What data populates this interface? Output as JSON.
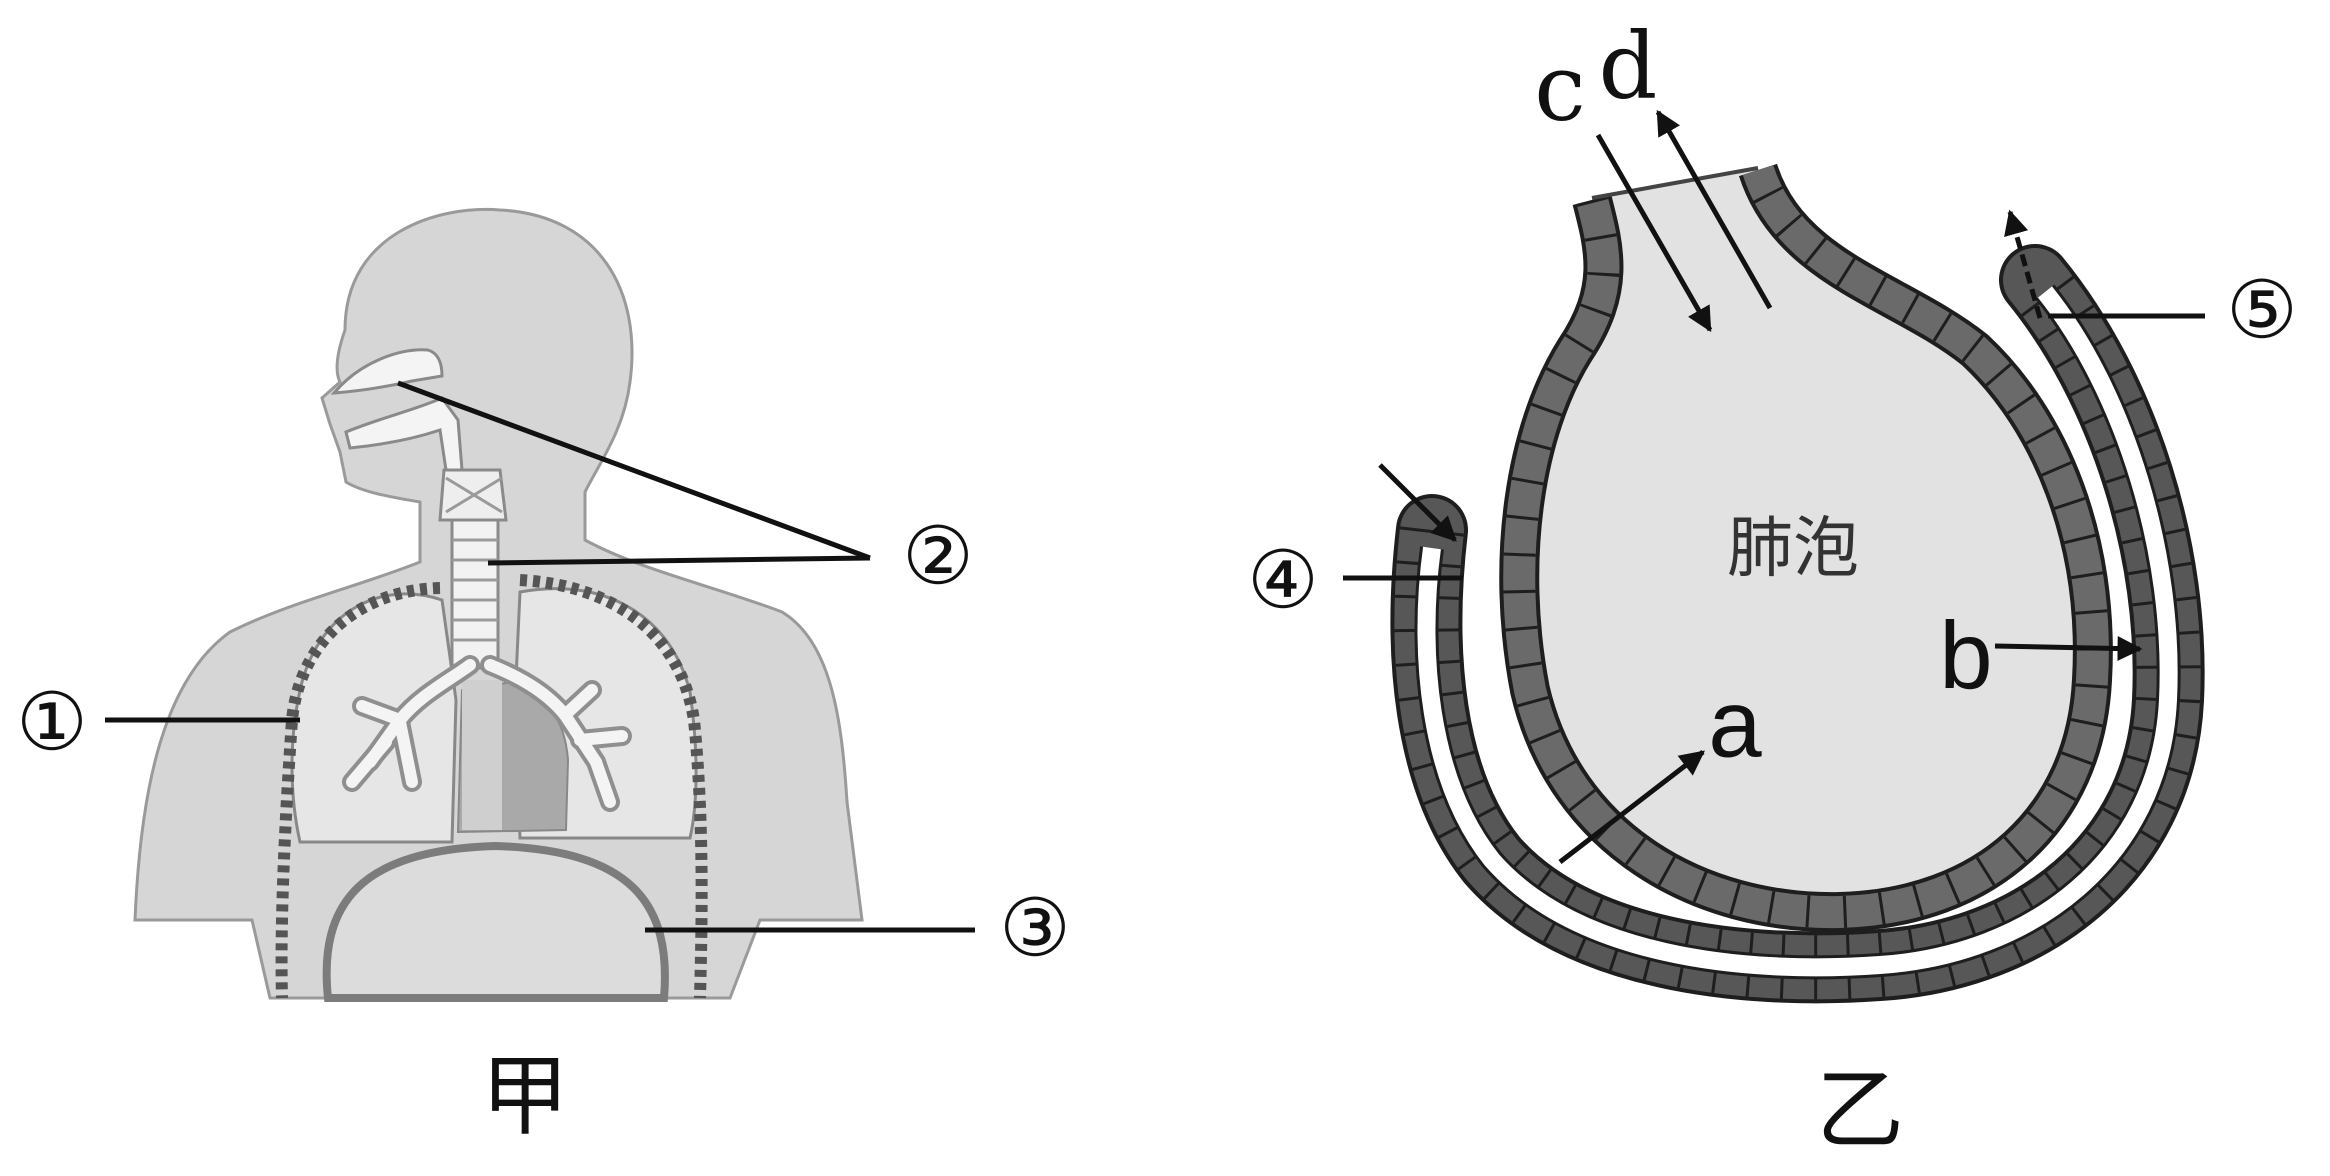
{
  "figure_jia": {
    "caption": "甲",
    "labels": {
      "l1": "①",
      "l2": "②",
      "l3": "③"
    }
  },
  "figure_yi": {
    "caption": "乙",
    "alveolus_label": "肺泡",
    "labels": {
      "l4": "④",
      "l5": "⑤",
      "a": "a",
      "b": "b",
      "c": "c",
      "d": "d"
    }
  }
}
